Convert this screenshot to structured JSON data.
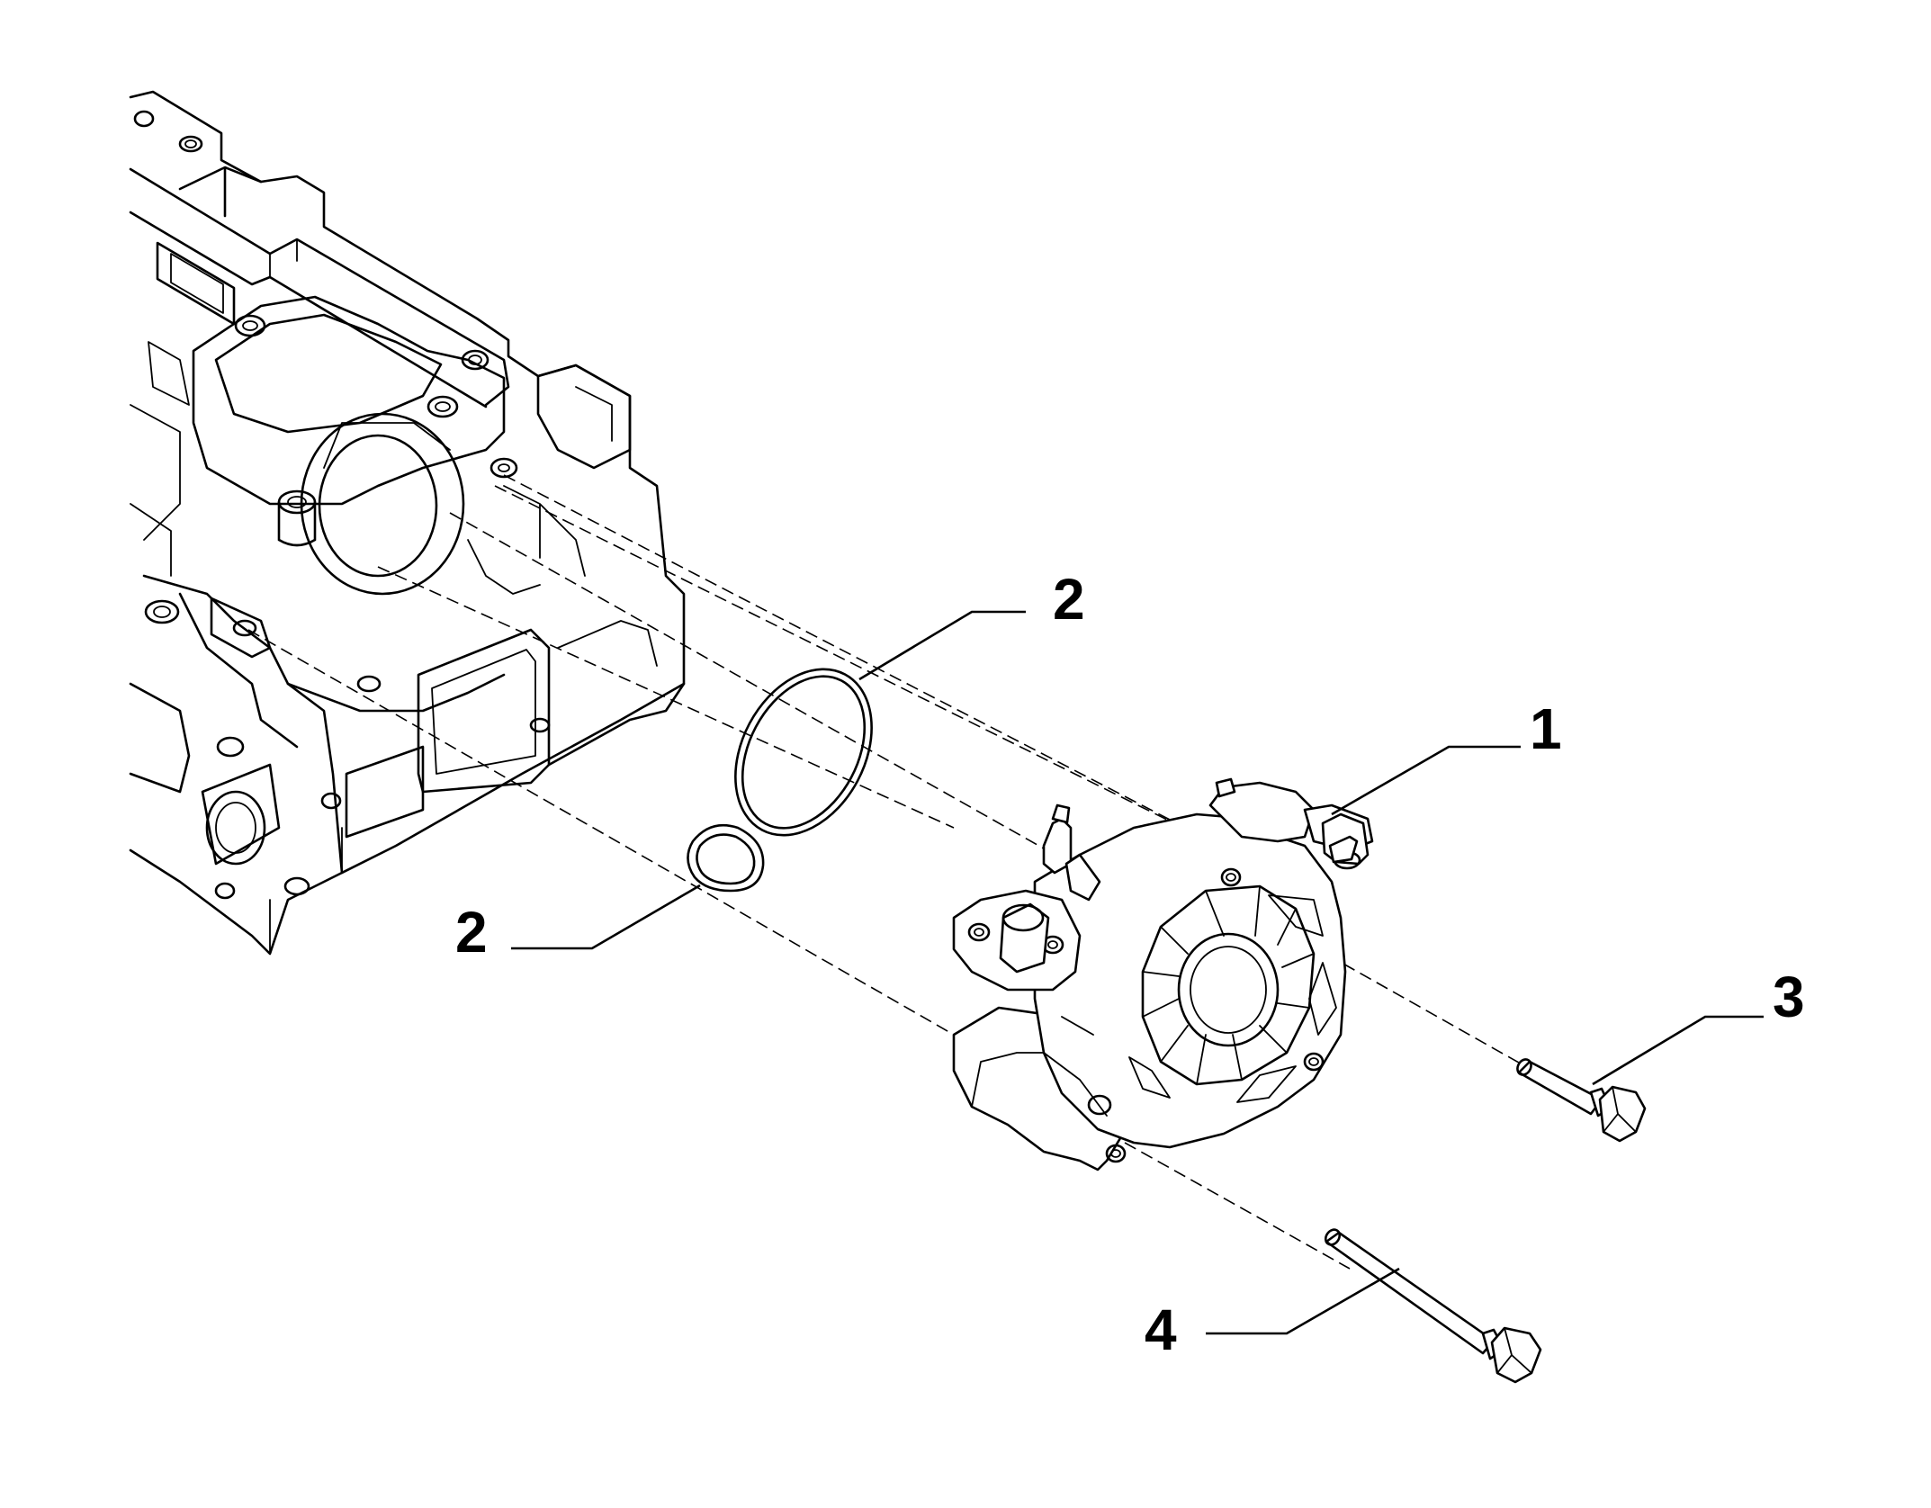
{
  "callouts": [
    {
      "id": "callout-2-top",
      "label": "2"
    },
    {
      "id": "callout-1",
      "label": "1"
    },
    {
      "id": "callout-2-bottom",
      "label": "2"
    },
    {
      "id": "callout-3",
      "label": "3"
    },
    {
      "id": "callout-4",
      "label": "4"
    }
  ]
}
